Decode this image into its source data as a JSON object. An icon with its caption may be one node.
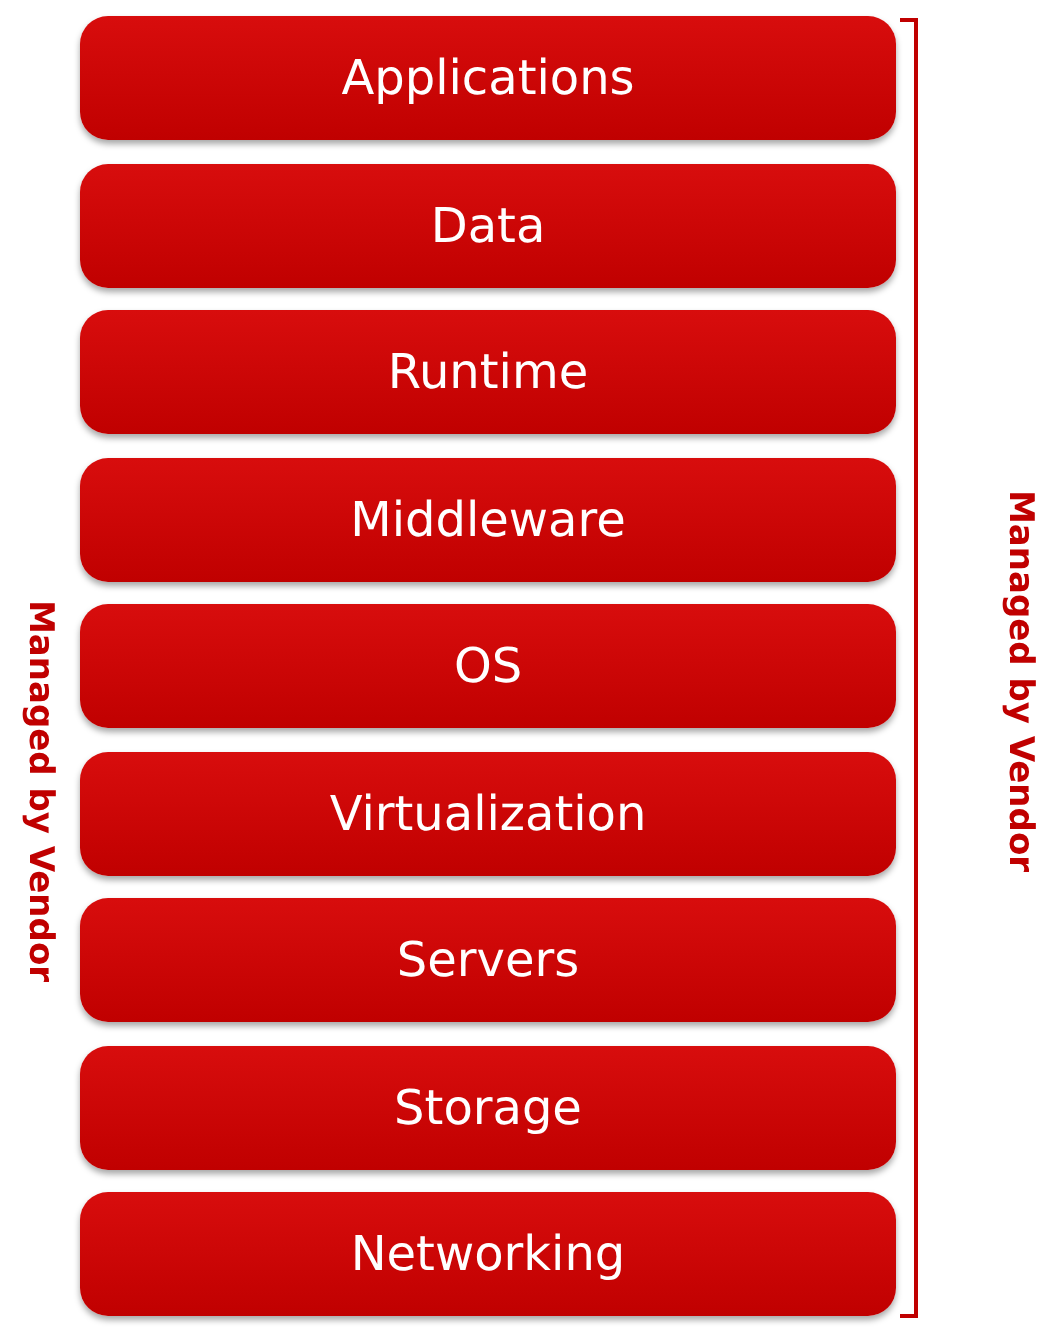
{
  "diagram": {
    "nodes": [
      {
        "text": [
          "Applications"
        ]
      },
      {
        "text": [
          "Data"
        ]
      },
      {
        "text": [
          "Runtime"
        ]
      },
      {
        "text": [
          "Middleware"
        ]
      },
      {
        "text": [
          "OS"
        ]
      },
      {
        "text": [
          "Virtualization"
        ]
      },
      {
        "text": [
          "Servers"
        ]
      },
      {
        "text": [
          "Storage"
        ]
      },
      {
        "text": [
          "Networking"
        ]
      }
    ],
    "labels": [
      "Managed by Vendor",
      "Managed by Vendor"
    ]
  }
}
